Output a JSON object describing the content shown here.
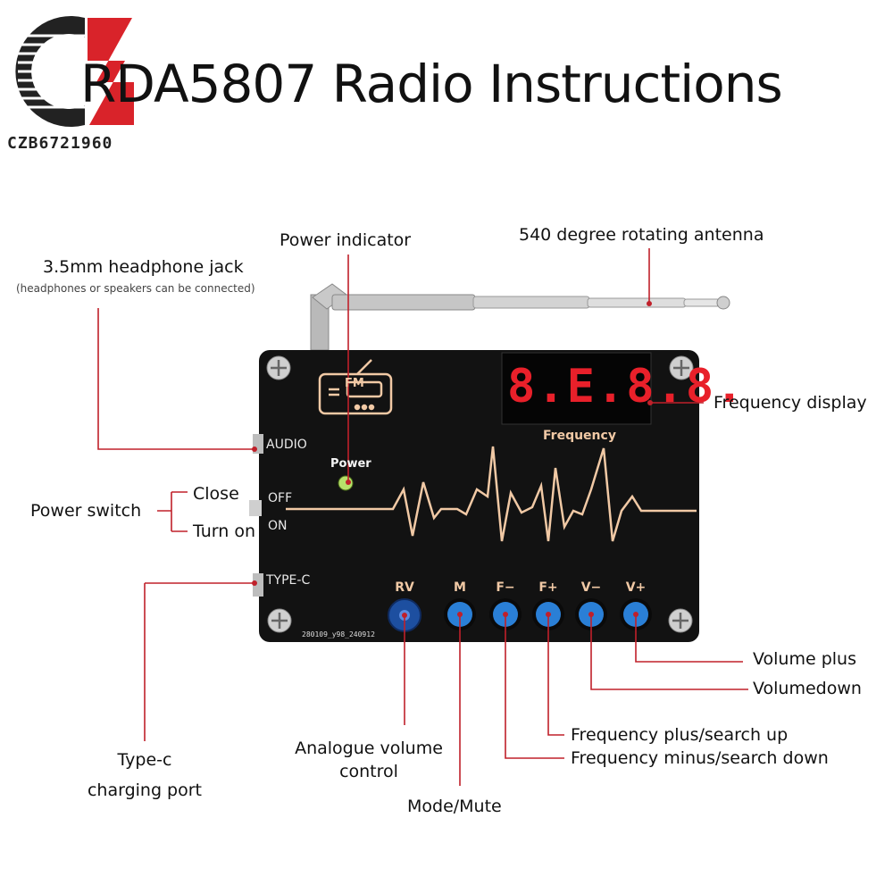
{
  "title": "RDA5807 Radio Instructions",
  "brand": {
    "text": "CZB6721960",
    "color_red": "#d9232a",
    "color_dark": "#222222"
  },
  "board": {
    "display_digits": "8.E.8.8.",
    "display_label": "Frequency",
    "power_label": "Power",
    "audio_label": "AUDIO",
    "off_label": "OFF",
    "on_label": "ON",
    "typec_label": "TYPE-C",
    "fm_label": "FM",
    "silkscreen": "280109_y98_240912",
    "buttons": [
      {
        "key": "rv",
        "label": "RV"
      },
      {
        "key": "m",
        "label": "M"
      },
      {
        "key": "f-minus",
        "label": "F−"
      },
      {
        "key": "f-plus",
        "label": "F+"
      },
      {
        "key": "v-minus",
        "label": "V−"
      },
      {
        "key": "v-plus",
        "label": "V+"
      }
    ]
  },
  "callouts": {
    "power_indicator": "Power indicator",
    "antenna": "540 degree rotating antenna",
    "headphone_jack": "3.5mm headphone jack",
    "headphone_note": "(headphones or speakers can be connected)",
    "frequency_display": "Frequency display",
    "power_switch": "Power switch",
    "close": "Close",
    "turn_on": "Turn on",
    "typec_line1": "Type-c",
    "typec_line2": "charging port",
    "volume_plus": "Volume plus",
    "volume_down": "Volumedown",
    "freq_plus": "Frequency plus/search up",
    "freq_minus": "Frequency minus/search down",
    "analogue_line1": "Analogue volume",
    "analogue_line2": "control",
    "mode_mute": "Mode/Mute"
  },
  "colors": {
    "leader": "#c0202a",
    "pcb": "#121212",
    "accent": "#f1c9a5",
    "led": "#e8202a",
    "button": "#2a7fd6"
  }
}
